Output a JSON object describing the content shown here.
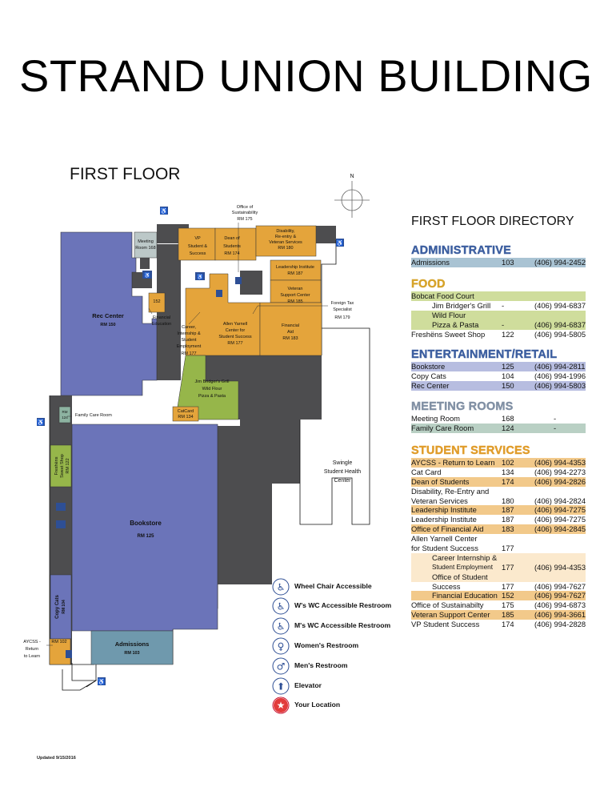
{
  "title": "STRAND UNION BUILDING",
  "floor": "FIRST FLOOR",
  "compass": "N",
  "updated": "Updated 9/15/2016",
  "colors": {
    "gold": "#e4a43b",
    "blue": "#6b74b9",
    "green": "#96b64a",
    "gray": "#4d4d4f",
    "teal": "#6f99ad",
    "admin": "#3d5fa0",
    "food": "#d6a32a",
    "ent": "#3d5fa0",
    "meet": "#8190a4",
    "student": "#e09c2a"
  },
  "rooms": {
    "rec_center": "Rec Center",
    "rec_center_rm": "RM 150",
    "meeting_room": "Meeting Room 168",
    "vp_student": "VP Student & Success",
    "vp_rm": "",
    "dean": "Dean of Students RM 174",
    "disability": "Disability, Re-entry & Veteran Services RM 180",
    "office_sus": "Office of Sustainability RM 175",
    "leadership": "Leadership Institute RM 187",
    "veteran": "Veteran Support Center RM 185",
    "foreign_tax": "Foreign Tax Specialist RM 179",
    "financial_aid": "Financial Aid RM 183",
    "allen": "Allen Yarnell Center for Student Success RM 177",
    "career": "Career, Internship & Student Employment RM 177",
    "fin_edu_rm": "152",
    "fin_edu": "Financial Education",
    "jims": "Jim Bridger's Grill Wild Flour Pizza & Pasta",
    "catcard": "CatCard RM 134",
    "family": "Family Care Room",
    "family_rm": "RM 124",
    "freshens": "Freshëns Sweet Shop RM 122",
    "bookstore": "Bookstore",
    "bookstore_rm": "RM 125",
    "copycats": "Copy Cats RM 104",
    "aycss": "AYCSS - Return to Learn",
    "aycss_rm": "RM 102",
    "admissions": "Admissions",
    "admissions_rm": "RM 103",
    "swingle": "Swingle Student Health Center"
  },
  "directory": {
    "title": "FIRST FLOOR DIRECTORY",
    "sections": [
      {
        "heading": "ADMINISTRATIVE",
        "key": "admin",
        "rows": [
          {
            "name": "Admissions",
            "rm": "103",
            "phone": "(406) 994-2452",
            "shade": "#a9c3d3"
          }
        ]
      },
      {
        "heading": "FOOD",
        "key": "food",
        "rows": [
          {
            "name": "Bobcat Food Court",
            "rm": "",
            "phone": "",
            "shade": "#cfdd9c"
          },
          {
            "name": "Jim Bridger's Grill",
            "rm": "-",
            "phone": "(406) 994-6837",
            "shade": "",
            "indent": true
          },
          {
            "name": "Wild Flour",
            "rm": "",
            "phone": "",
            "shade": "#cfdd9c",
            "indent": true
          },
          {
            "name": "Pizza & Pasta",
            "rm": "-",
            "phone": "(406) 994-6837",
            "shade": "#cfdd9c",
            "indent": true
          },
          {
            "name": "Freshëns Sweet Shop",
            "rm": "122",
            "phone": "(406) 994-5805",
            "shade": ""
          }
        ]
      },
      {
        "heading": "ENTERTAINMENT/RETAIL",
        "key": "ent",
        "rows": [
          {
            "name": "Bookstore",
            "rm": "125",
            "phone": "(406) 994-2811",
            "shade": "#b7bde0"
          },
          {
            "name": "Copy Cats",
            "rm": "104",
            "phone": "(406) 994-1996",
            "shade": ""
          },
          {
            "name": "Rec Center",
            "rm": "150",
            "phone": "(406) 994-5803",
            "shade": "#b7bde0"
          }
        ]
      },
      {
        "heading": "MEETING ROOMS",
        "key": "meet",
        "rows": [
          {
            "name": "Meeting Room",
            "rm": "168",
            "phone": "-",
            "shade": ""
          },
          {
            "name": "Family Care Room",
            "rm": "124",
            "phone": "-",
            "shade": "#b9d0c4"
          }
        ]
      },
      {
        "heading": "STUDENT SERVICES",
        "key": "student",
        "rows": [
          {
            "name": "AYCSS - Return to Learn",
            "rm": "102",
            "phone": "(406) 994-4353",
            "shade": "#f2c98a"
          },
          {
            "name": "Cat Card",
            "rm": "134",
            "phone": "(406) 994-2273",
            "shade": ""
          },
          {
            "name": "Dean of Students",
            "rm": "174",
            "phone": "(406) 994-2826",
            "shade": "#f2c98a"
          },
          {
            "name": "Disability, Re-Entry and",
            "rm": "",
            "phone": "",
            "shade": ""
          },
          {
            "name": "Veteran Services",
            "rm": "180",
            "phone": "(406) 994-2824",
            "shade": ""
          },
          {
            "name": "Leadership Institute",
            "rm": "187",
            "phone": "(406) 994-7275",
            "shade": "#f2c98a"
          },
          {
            "name": "Leadership Institute",
            "rm": "187",
            "phone": "(406) 994-7275",
            "shade": ""
          },
          {
            "name": "Office of Financial Aid",
            "rm": "183",
            "phone": "(406) 994-2845",
            "shade": "#f2c98a"
          },
          {
            "name": "Allen Yarnell Center",
            "rm": "",
            "phone": "",
            "shade": ""
          },
          {
            "name": "for Student Success",
            "rm": "177",
            "phone": "",
            "shade": ""
          },
          {
            "name": "Career Internship &",
            "rm": "",
            "phone": "",
            "shade": "#fbe9cd",
            "indent": true
          },
          {
            "name": "Student Employment",
            "rm": "177",
            "phone": "(406) 994-4353",
            "shade": "#fbe9cd",
            "indent": true,
            "small": true
          },
          {
            "name": "Office of Student",
            "rm": "",
            "phone": "",
            "shade": "#fbe9cd",
            "indent": true
          },
          {
            "name": "Success",
            "rm": "177",
            "phone": "(406) 994-7627",
            "shade": "",
            "indent": true
          },
          {
            "name": "Financial Education",
            "rm": "152",
            "phone": "(406) 994-7627",
            "shade": "#f2c98a",
            "indent": true
          },
          {
            "name": "Office of Sustainabilty",
            "rm": "175",
            "phone": "(406) 994-6873",
            "shade": ""
          },
          {
            "name": "Veteran Support Center",
            "rm": "185",
            "phone": "(406) 994-3661",
            "shade": "#f2c98a"
          },
          {
            "name": "VP Student Success",
            "rm": "174",
            "phone": "(406) 994-2828",
            "shade": ""
          }
        ]
      }
    ]
  },
  "legend": [
    {
      "label": "Wheel Chair Accessible",
      "icon": "wheelchair-icon"
    },
    {
      "label": "W's WC Accessible Restroom",
      "icon": "womens-accessible-restroom-icon"
    },
    {
      "label": "M's WC Accessible Restroom",
      "icon": "mens-accessible-restroom-icon"
    },
    {
      "label": "Women's Restroom",
      "icon": "womens-restroom-icon"
    },
    {
      "label": "Men's Restroom",
      "icon": "mens-restroom-icon"
    },
    {
      "label": "Elevator",
      "icon": "elevator-icon"
    },
    {
      "label": "Your Location",
      "icon": "star-icon"
    }
  ]
}
